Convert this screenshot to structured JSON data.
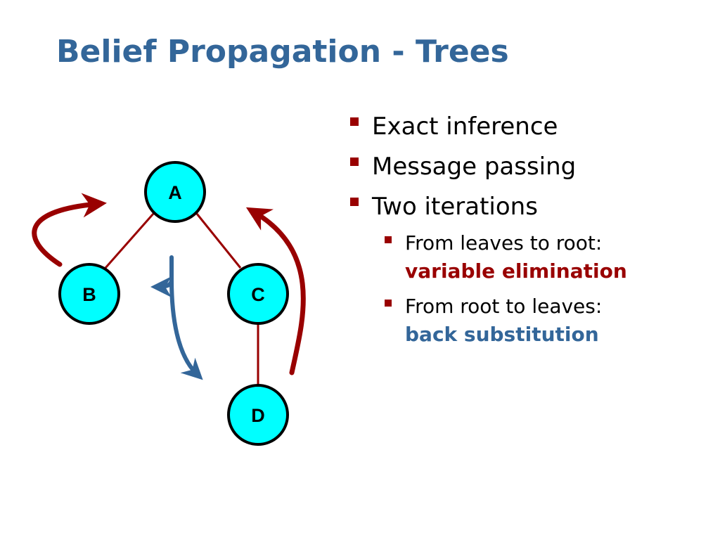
{
  "title": "Belief Propagation - Trees",
  "bullets": [
    {
      "text": "Exact inference"
    },
    {
      "text": "Message passing"
    },
    {
      "text": "Two iterations"
    }
  ],
  "sub_bullets": [
    {
      "text": "From leaves to root:",
      "emphasis": "variable elimination",
      "emphasis_color": "#990000"
    },
    {
      "text": "From root to leaves:",
      "emphasis": "back substitution",
      "emphasis_color": "#336699"
    }
  ],
  "tree": {
    "nodes": [
      {
        "id": "A",
        "label": "A"
      },
      {
        "id": "B",
        "label": "B"
      },
      {
        "id": "C",
        "label": "C"
      },
      {
        "id": "D",
        "label": "D"
      }
    ],
    "edges": [
      {
        "from": "A",
        "to": "B"
      },
      {
        "from": "A",
        "to": "C"
      },
      {
        "from": "C",
        "to": "D"
      }
    ],
    "node_fill": "#00FFFF",
    "edge_color": "#990000",
    "upward_arrow_color": "#990000",
    "downward_arrow_color": "#336699"
  },
  "colors": {
    "title": "#336699",
    "bullet_marker": "#990000"
  }
}
